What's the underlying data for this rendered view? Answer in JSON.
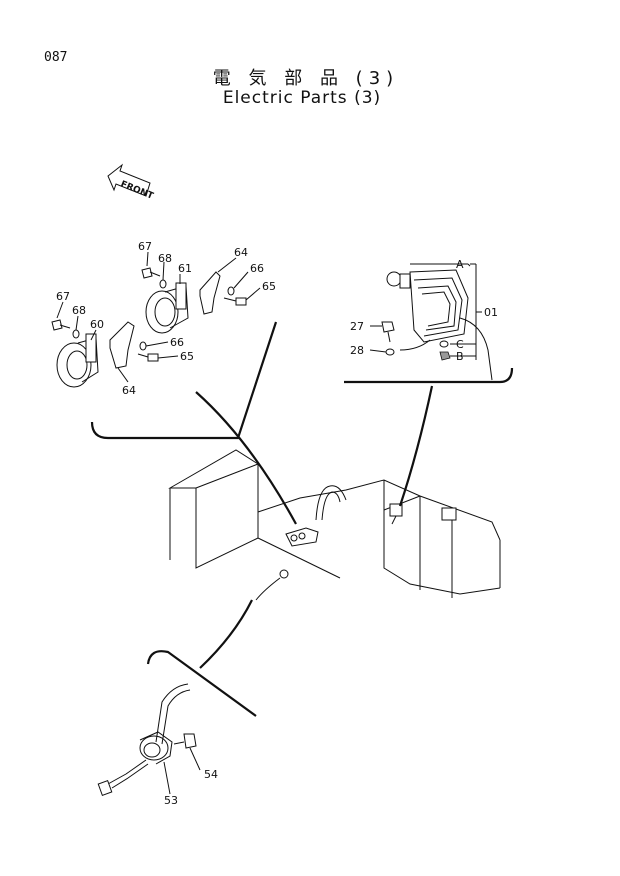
{
  "page": {
    "number": "087",
    "title_jp": "電 気 部 品 (3)",
    "title_en": "Electric Parts (3)"
  },
  "front_label": "FRONT",
  "callouts": {
    "p67a": "67",
    "p68a": "68",
    "p61": "61",
    "p64a": "64",
    "p66a": "66",
    "p65a": "65",
    "p67b": "67",
    "p68b": "68",
    "p60": "60",
    "p66b": "66",
    "p65b": "65",
    "p64b": "64",
    "A": "A",
    "p01": "01",
    "p27": "27",
    "p28": "28",
    "C": "C",
    "B": "B",
    "p53": "53",
    "p54": "54"
  }
}
